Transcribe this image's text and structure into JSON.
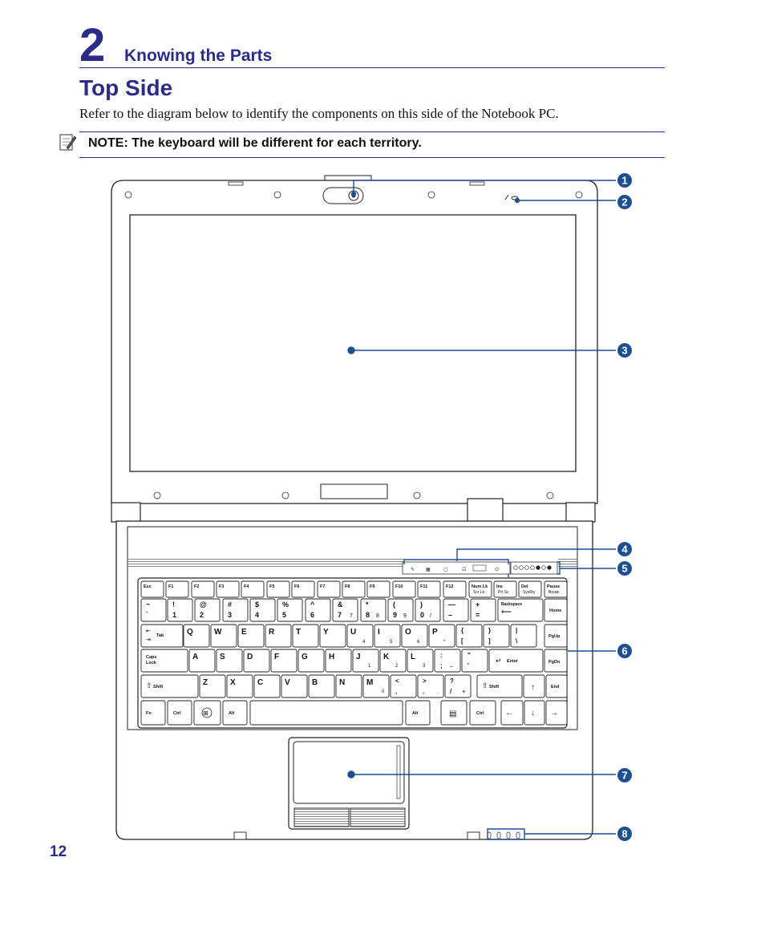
{
  "header": {
    "chapter_number": "2",
    "chapter_title": "Knowing the Parts"
  },
  "section": {
    "title": "Top Side",
    "intro": "Refer to the diagram below to identify the components on this side of the Notebook PC."
  },
  "note": {
    "text": "NOTE: The keyboard will be different for each territory.",
    "icon": "note-pencil-icon"
  },
  "callouts": [
    "1",
    "2",
    "3",
    "4",
    "5",
    "6",
    "7",
    "8"
  ],
  "keyboard": {
    "function_row": [
      "Esc",
      "F1",
      "F2",
      "F3",
      "F4",
      "F5",
      "F6",
      "F7",
      "F8",
      "F9",
      "F10",
      "F11",
      "F12",
      "Num Lk",
      "Ins",
      "Del",
      "Pause"
    ],
    "function_row_sub": [
      "",
      "",
      "",
      "",
      "",
      "",
      "",
      "",
      "",
      "",
      "",
      "",
      "",
      "Scr Lk",
      "Prt Sc",
      "SysRq",
      "Break"
    ],
    "number_row_top": [
      "~",
      "!",
      "@",
      "#",
      "$",
      "%",
      "^",
      "&",
      "*",
      "(",
      ")",
      "—",
      "+"
    ],
    "number_row_bottom": [
      "`",
      "1",
      "2",
      "3",
      "4",
      "5",
      "6",
      "7",
      "8",
      "9",
      "0",
      "–",
      "="
    ],
    "numpad_blue": [
      "7",
      "8",
      "9",
      "/",
      "4",
      "5",
      "6",
      "*",
      "1",
      "2",
      "3",
      "–",
      "0",
      ".",
      "+"
    ],
    "qwerty_row": [
      "Q",
      "W",
      "E",
      "R",
      "T",
      "Y",
      "U",
      "I",
      "O",
      "P"
    ],
    "qwerty_row_right": [
      "{",
      "}",
      "|"
    ],
    "qwerty_row_right_lower": [
      "[",
      "]",
      "\\"
    ],
    "home_row": [
      "A",
      "S",
      "D",
      "F",
      "G",
      "H",
      "J",
      "K",
      "L"
    ],
    "home_row_right_top": [
      ":",
      "\""
    ],
    "home_row_right_bottom": [
      ";",
      "'"
    ],
    "bottom_row": [
      "Z",
      "X",
      "C",
      "V",
      "B",
      "N",
      "M"
    ],
    "bottom_row_right_top": [
      "<",
      ">",
      "?"
    ],
    "bottom_row_right_bottom": [
      ",",
      ".",
      "/"
    ],
    "special": {
      "backspace": "Backspace",
      "home": "Home",
      "tab": "Tab",
      "pgup": "PgUp",
      "caps": "Caps",
      "lock": "Lock",
      "enter": "Enter",
      "pgdn": "PgDn",
      "shift": "Shift",
      "end": "End",
      "fn": "Fn",
      "ctrl": "Ctrl",
      "alt": "Alt"
    }
  },
  "page_number": "12"
}
